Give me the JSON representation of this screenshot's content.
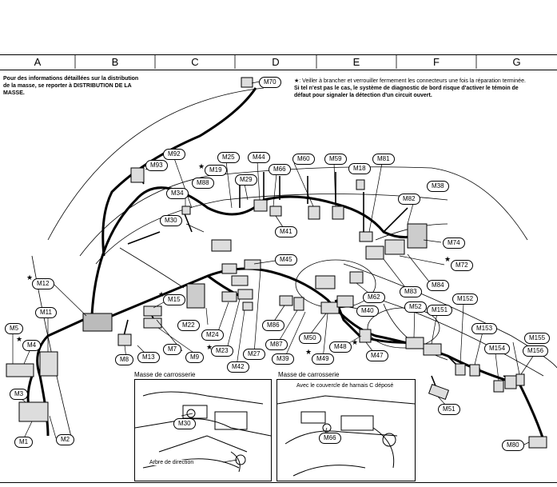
{
  "columns": [
    "A",
    "B",
    "C",
    "D",
    "E",
    "F",
    "G"
  ],
  "notes": {
    "left": "Pour des informations détaillées sur la distribution de la masse, se reporter à DISTRIBUTION DE LA MASSE.",
    "right_line1": "★: Veiller à brancher et verrouiller fermement les connecteurs une fois la réparation terminée.",
    "right_line2": "Si tel n'est pas le cas, le système de diagnostic de bord risque d'activer le témoin de défaut pour signaler la détection d'un circuit ouvert."
  },
  "connectors": [
    {
      "id": "m70",
      "label": "M70"
    },
    {
      "id": "m92",
      "label": "M92"
    },
    {
      "id": "m93",
      "label": "M93"
    },
    {
      "id": "m19",
      "label": "M19",
      "star": true
    },
    {
      "id": "m25",
      "label": "M25"
    },
    {
      "id": "m44",
      "label": "M44"
    },
    {
      "id": "m60",
      "label": "M60"
    },
    {
      "id": "m59",
      "label": "M59"
    },
    {
      "id": "m81",
      "label": "M81"
    },
    {
      "id": "m18",
      "label": "M18"
    },
    {
      "id": "m88",
      "label": "M88"
    },
    {
      "id": "m29",
      "label": "M29"
    },
    {
      "id": "m66",
      "label": "M66"
    },
    {
      "id": "m38",
      "label": "M38"
    },
    {
      "id": "m34",
      "label": "M34"
    },
    {
      "id": "m82",
      "label": "M82"
    },
    {
      "id": "m30",
      "label": "M30"
    },
    {
      "id": "m41",
      "label": "M41"
    },
    {
      "id": "m74",
      "label": "M74"
    },
    {
      "id": "m45",
      "label": "M45"
    },
    {
      "id": "m72",
      "label": "M72",
      "star": true
    },
    {
      "id": "m12",
      "label": "M12",
      "star": true
    },
    {
      "id": "m84",
      "label": "M84"
    },
    {
      "id": "m83",
      "label": "M83"
    },
    {
      "id": "m15",
      "label": "M15",
      "star": true
    },
    {
      "id": "m62",
      "label": "M62"
    },
    {
      "id": "m152",
      "label": "M152"
    },
    {
      "id": "m11",
      "label": "M11"
    },
    {
      "id": "m52",
      "label": "M52"
    },
    {
      "id": "m151",
      "label": "M151"
    },
    {
      "id": "m40",
      "label": "M40"
    },
    {
      "id": "m22",
      "label": "M22"
    },
    {
      "id": "m86",
      "label": "M86"
    },
    {
      "id": "m5",
      "label": "M5"
    },
    {
      "id": "m153",
      "label": "M153"
    },
    {
      "id": "m24",
      "label": "M24"
    },
    {
      "id": "m50",
      "label": "M50"
    },
    {
      "id": "m155",
      "label": "M155"
    },
    {
      "id": "m4",
      "label": "M4",
      "star": true
    },
    {
      "id": "m87",
      "label": "M87"
    },
    {
      "id": "m48",
      "label": "M48",
      "star": true
    },
    {
      "id": "m154",
      "label": "M154"
    },
    {
      "id": "m7",
      "label": "M7"
    },
    {
      "id": "m23",
      "label": "M23",
      "star": true
    },
    {
      "id": "m156",
      "label": "M156"
    },
    {
      "id": "m8",
      "label": "M8"
    },
    {
      "id": "m13",
      "label": "M13"
    },
    {
      "id": "m9",
      "label": "M9"
    },
    {
      "id": "m27",
      "label": "M27"
    },
    {
      "id": "m39",
      "label": "M39"
    },
    {
      "id": "m49",
      "label": "M49",
      "star": true
    },
    {
      "id": "m47",
      "label": "M47"
    },
    {
      "id": "m42",
      "label": "M42"
    },
    {
      "id": "m3",
      "label": "M3"
    },
    {
      "id": "m51",
      "label": "M51"
    },
    {
      "id": "m1",
      "label": "M1"
    },
    {
      "id": "m2",
      "label": "M2"
    },
    {
      "id": "m80",
      "label": "M80"
    }
  ],
  "insets": {
    "left": {
      "title": "Masse de carrosserie",
      "callout": "M30",
      "caption": "Arbre de direction"
    },
    "right": {
      "title": "Masse de carrosserie",
      "caption": "Avec le couvercle de harnais C déposé",
      "callout": "M66"
    }
  },
  "star_symbol": "★"
}
